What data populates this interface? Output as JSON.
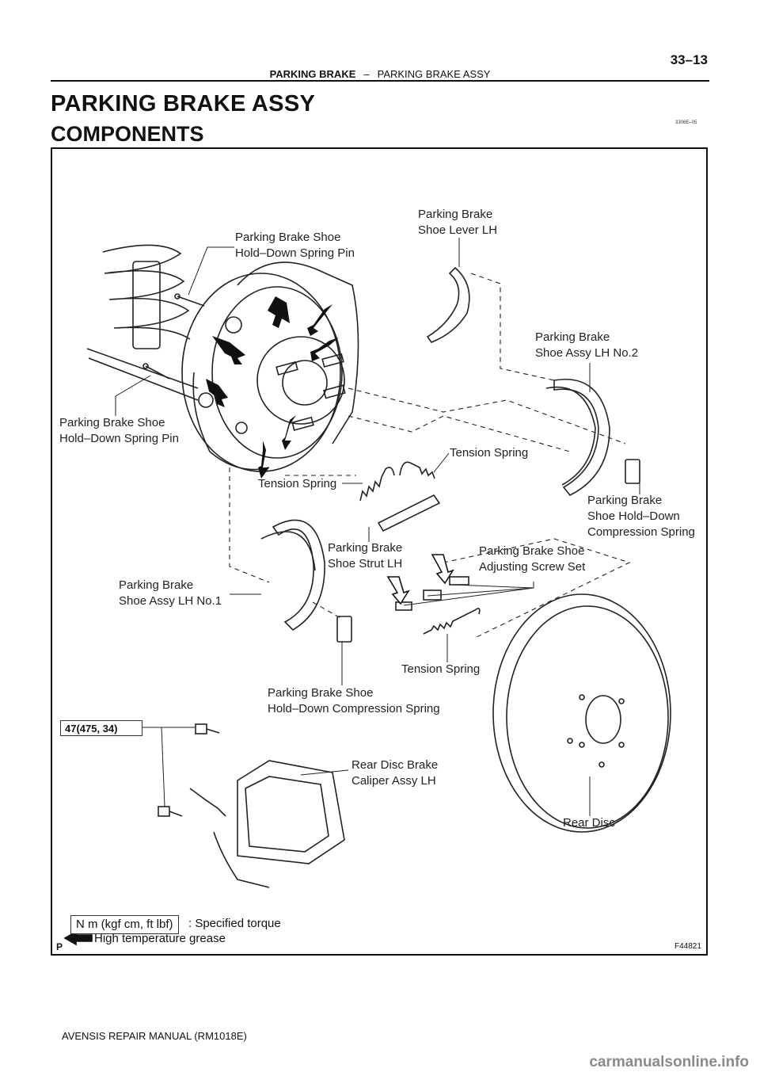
{
  "header": {
    "section": "PARKING BRAKE",
    "separator": "–",
    "subsection": "PARKING BRAKE ASSY",
    "page_number": "33–13"
  },
  "title": "PARKING BRAKE ASSY",
  "subtitle": "COMPONENTS",
  "drawing_code": "3306E–05",
  "labels": {
    "hold_down_pin_top": [
      "Parking Brake Shoe",
      "Hold–Down Spring Pin"
    ],
    "lever_lh": [
      "Parking Brake",
      "Shoe Lever LH"
    ],
    "shoe_no2": [
      "Parking Brake",
      "Shoe Assy LH No.2"
    ],
    "hold_down_pin_left": [
      "Parking Brake Shoe",
      "Hold–Down Spring Pin"
    ],
    "tension_spring_right": "Tension Spring",
    "tension_spring_left": "Tension Spring",
    "compression_spring_right": [
      "Parking Brake",
      "Shoe Hold–Down",
      "Compression Spring"
    ],
    "strut_lh": [
      "Parking Brake",
      "Shoe Strut LH"
    ],
    "adjusting_screw": [
      "Parking Brake Shoe",
      "Adjusting Screw Set"
    ],
    "shoe_no1": [
      "Parking Brake",
      "Shoe Assy LH No.1"
    ],
    "tension_spring_bottom": "Tension Spring",
    "compression_spring_bottom": [
      "Parking Brake Shoe",
      "Hold–Down Compression Spring"
    ],
    "torque_value": "47(475, 34)",
    "caliper": [
      "Rear Disc Brake",
      "Caliper Assy LH"
    ],
    "rear_disc": "Rear Disc"
  },
  "legend": {
    "torque_unit": "N m (kgf cm, ft lbf)",
    "torque_desc": ": Specified torque",
    "grease_desc": "High temperature grease"
  },
  "figure_id": "F44821",
  "p_mark": "P",
  "footer": "AVENSIS REPAIR MANUAL   (RM1018E)",
  "watermark": "carmanualsonline.info"
}
